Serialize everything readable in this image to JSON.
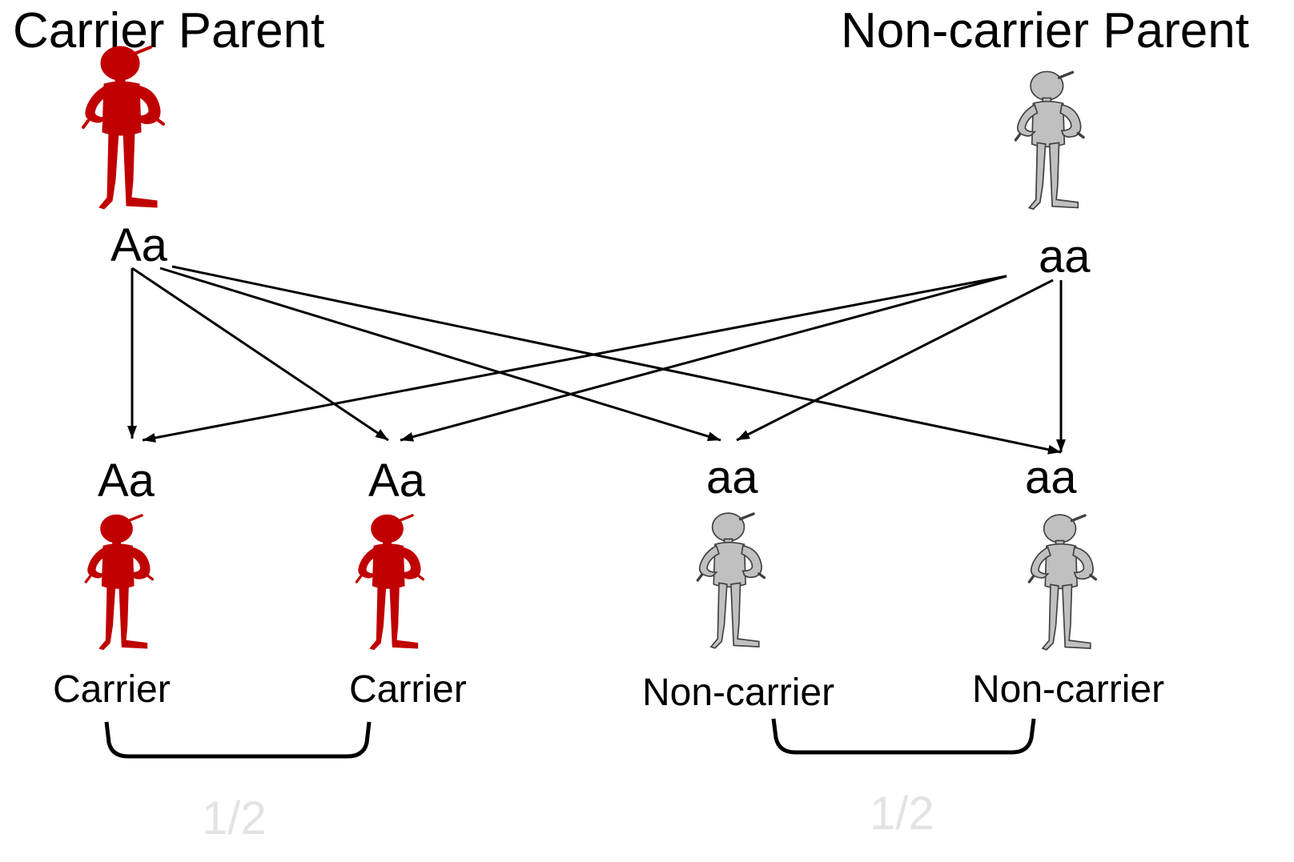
{
  "parents": {
    "carrier": {
      "title": "Carrier Parent",
      "genotype": "Aa"
    },
    "non_carrier": {
      "title": "Non-carrier Parent",
      "genotype": "aa"
    }
  },
  "children": [
    {
      "genotype": "Aa",
      "status": "Carrier"
    },
    {
      "genotype": "Aa",
      "status": "Carrier"
    },
    {
      "genotype": "aa",
      "status": "Non-carrier"
    },
    {
      "genotype": "aa",
      "status": "Non-carrier"
    }
  ],
  "groups": {
    "carrier_fraction": "1/2",
    "non_carrier_fraction": "1/2"
  },
  "colors": {
    "carrier_figure": "#c00000",
    "non_carrier_figure": "#c0c0c0",
    "figure_outline": "#404040",
    "arrow": "#000000",
    "fraction_text": "#e3e3e3"
  },
  "icons": {
    "carrier_figure": "red-person-icon",
    "non_carrier_figure": "gray-person-icon"
  }
}
